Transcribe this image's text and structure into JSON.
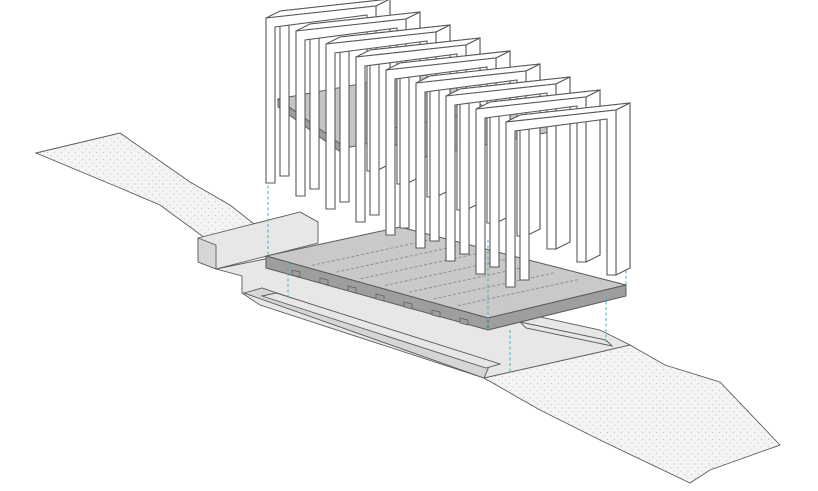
{
  "diagram": {
    "type": "exploded-axonometric",
    "portal_frame_count": 9,
    "deck_girder_count": 7,
    "colors": {
      "background": "#ffffff",
      "line": "#5a5a5a",
      "terrain_fill": "#f4f4f4",
      "terrain_dot": "#c4c4c4",
      "abutment_fill": "#e7e7e7",
      "abutment_shadow": "#d6d6d6",
      "deck_top": "#c9c9c9",
      "deck_edge": "#9e9e9e",
      "girder_dash": "#8f8f8f",
      "roof_plane": "#c5c5c5",
      "frame_fill": "#ffffff",
      "guide_line": "#37b6c2"
    }
  }
}
